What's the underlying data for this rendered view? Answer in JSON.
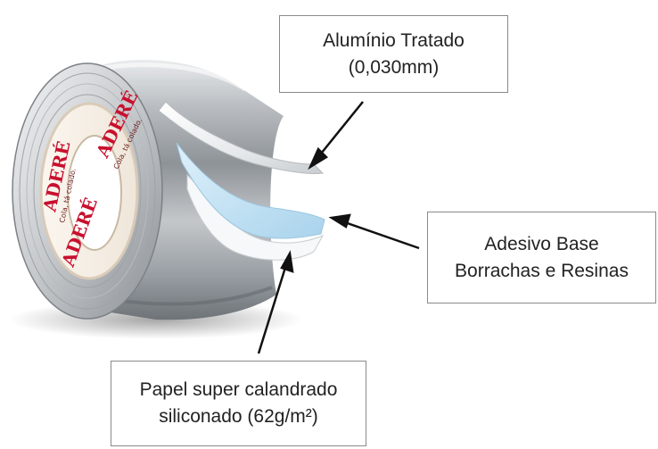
{
  "labels": {
    "aluminum": {
      "line1": "Alumínio Tratado",
      "line2": "(0,030mm)"
    },
    "adhesive": {
      "line1": "Adesivo Base",
      "line2": "Borrachas e Resinas"
    },
    "paper": {
      "line1": "Papel super calandrado",
      "line2": "siliconado (62g/m²)"
    }
  },
  "brand": {
    "name": "ADERÉ",
    "tagline": "Cola, tá colado."
  },
  "colors": {
    "aluminum": "#c9cccf",
    "adhesive": "#bfe0f2",
    "paper": "#f4f6f7",
    "brand": "#c8102e"
  }
}
